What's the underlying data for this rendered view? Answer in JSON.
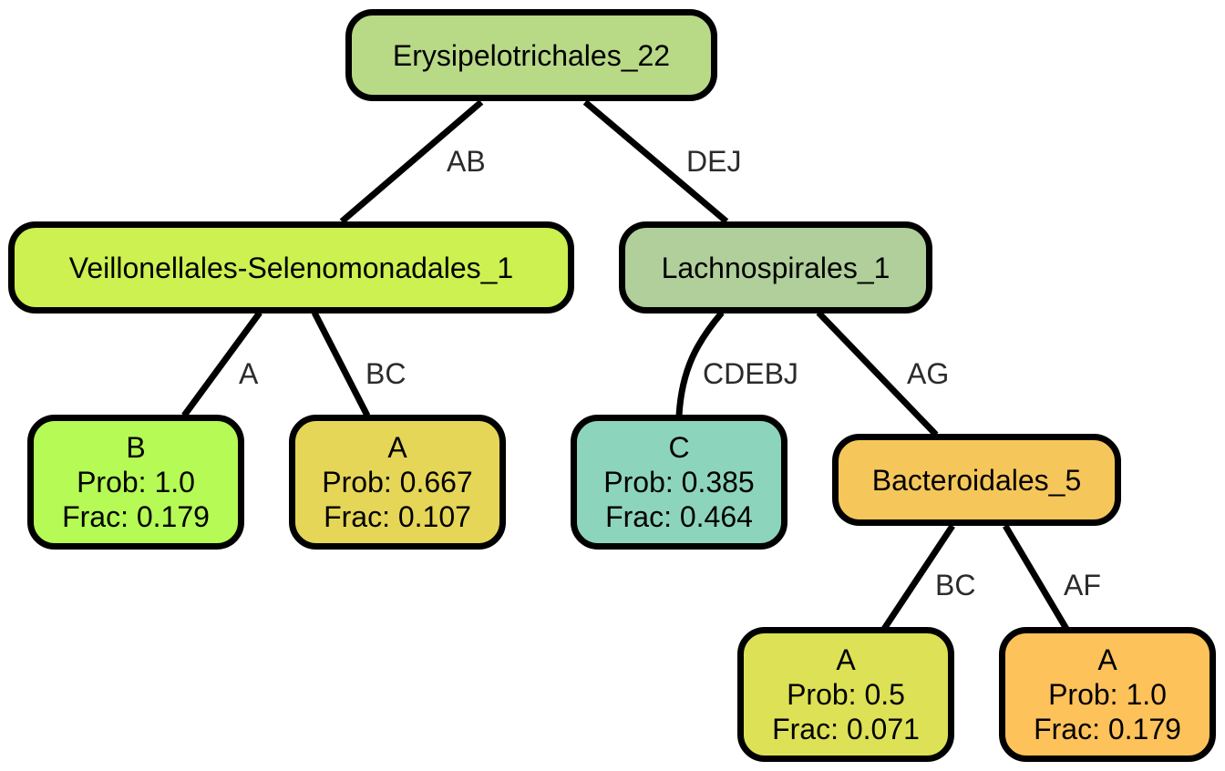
{
  "nodes": {
    "root": {
      "title": "Erysipelotrichales_22",
      "color": "#b8d986"
    },
    "veil": {
      "title": "Veillonellales-Selenomonadales_1",
      "color": "#ccf150"
    },
    "lach": {
      "title": "Lachnospirales_1",
      "color": "#b0cf9a"
    },
    "leaf_b": {
      "title": "B",
      "prob": "Prob: 1.0",
      "frac": "Frac: 0.179",
      "color": "#b5fa55"
    },
    "leaf_a1": {
      "title": "A",
      "prob": "Prob: 0.667",
      "frac": "Frac: 0.107",
      "color": "#e6d657"
    },
    "leaf_c": {
      "title": "C",
      "prob": "Prob: 0.385",
      "frac": "Frac: 0.464",
      "color": "#8dd4bd"
    },
    "bact": {
      "title": "Bacteroidales_5",
      "color": "#f5c75a"
    },
    "leaf_a2": {
      "title": "A",
      "prob": "Prob: 0.5",
      "frac": "Frac: 0.071",
      "color": "#dde155"
    },
    "leaf_a3": {
      "title": "A",
      "prob": "Prob: 1.0",
      "frac": "Frac: 0.179",
      "color": "#fdc25a"
    }
  },
  "edges": {
    "root_veil": "AB",
    "root_lach": "DEJ",
    "veil_b": "A",
    "veil_a1": "BC",
    "lach_c": "CDEBJ",
    "lach_bact": "AG",
    "bact_a2": "BC",
    "bact_a3": "AF"
  }
}
